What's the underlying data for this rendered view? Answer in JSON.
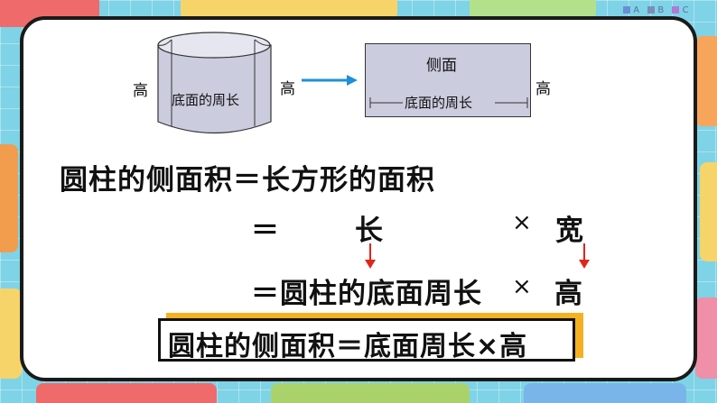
{
  "legend": {
    "items": [
      "A",
      "B",
      "C"
    ],
    "colors": [
      "#6a8fd6",
      "#7a8fb6",
      "#b27ad6"
    ]
  },
  "diagram": {
    "cylinder_height_left": "高",
    "cylinder_height_right": "高",
    "cylinder_circumference": "底面的周长",
    "rect_top": "侧面",
    "rect_bottom": "底面的周长",
    "rect_height": "高",
    "arrow_color": "#1e90d6",
    "cylinder_fill": "#ccccdf"
  },
  "formula": {
    "line1": "圆柱的侧面积＝长方形的面积",
    "line2_eq": "＝",
    "line2_length": "长",
    "line2_times": "×",
    "line2_width": "宽",
    "line3": "＝圆柱的底面周长",
    "line3_times": "×",
    "line3_height": "高",
    "arrow_color": "#e0251b"
  },
  "result": {
    "text": "圆柱的侧面积＝底面周长×高",
    "accent": "#f5b120"
  }
}
